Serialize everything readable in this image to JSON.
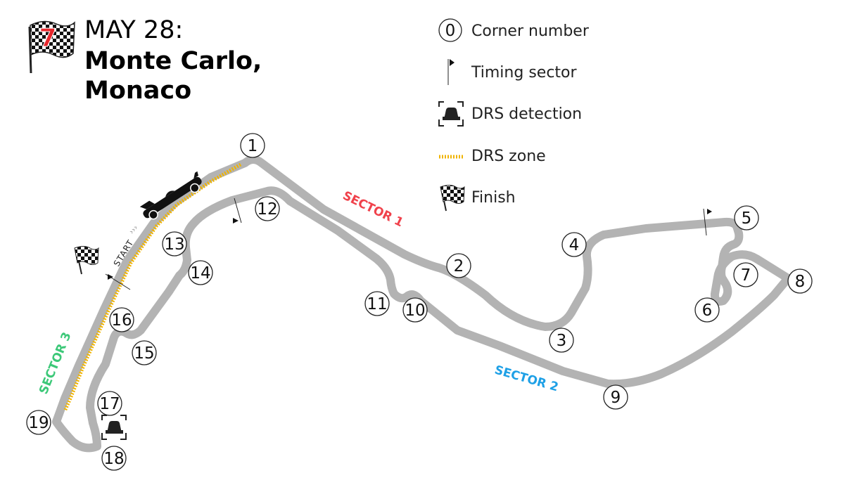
{
  "header": {
    "date": "MAY 28:",
    "name_line1": "Monte Carlo,",
    "name_line2": "Monaco",
    "round_number": "7"
  },
  "legend": {
    "corner_sample": "0",
    "corner_label": "Corner number",
    "timing_label": "Timing sector",
    "drs_detection_label": "DRS detection",
    "drs_zone_label": "DRS zone",
    "finish_label": "Finish"
  },
  "sectors": {
    "s1": "SECTOR 1",
    "s2": "SECTOR 2",
    "s3": "SECTOR 3"
  },
  "start_label": "START",
  "corners": [
    "1",
    "2",
    "3",
    "4",
    "5",
    "6",
    "7",
    "8",
    "9",
    "10",
    "11",
    "12",
    "13",
    "14",
    "15",
    "16",
    "17",
    "18",
    "19"
  ],
  "colors": {
    "track": "#b3b3b3",
    "drs_zone": "#f0b400",
    "sector1": "#f0414b",
    "sector2": "#1ea0e6",
    "sector3": "#3cc878",
    "round_badge": "#e8282d"
  }
}
